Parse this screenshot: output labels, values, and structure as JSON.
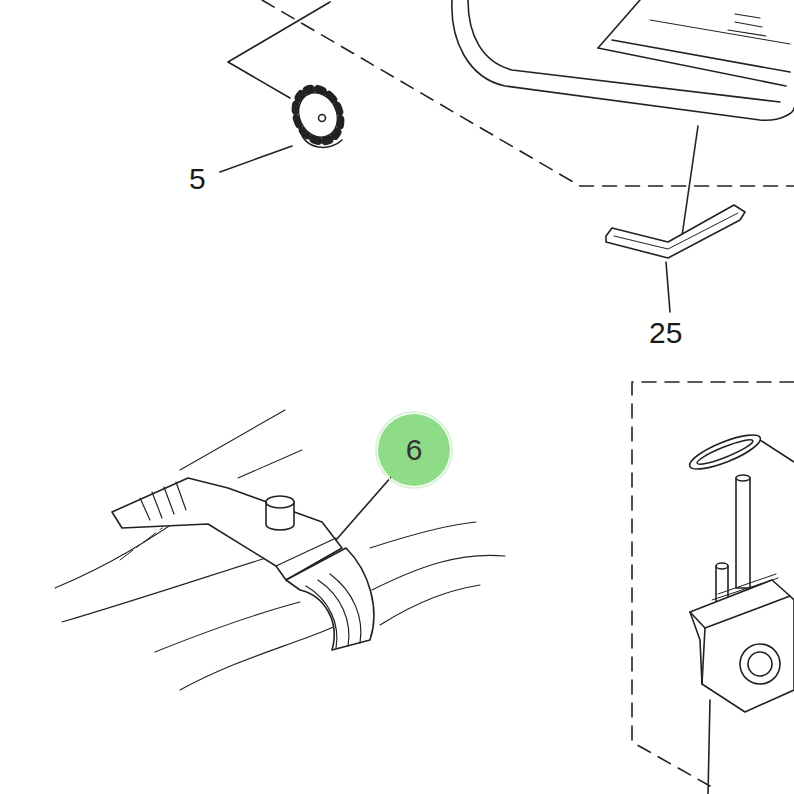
{
  "diagram": {
    "nodes": [
      {
        "text": [
          "6"
        ]
      }
    ],
    "labels": [
      "5",
      "25"
    ]
  }
}
